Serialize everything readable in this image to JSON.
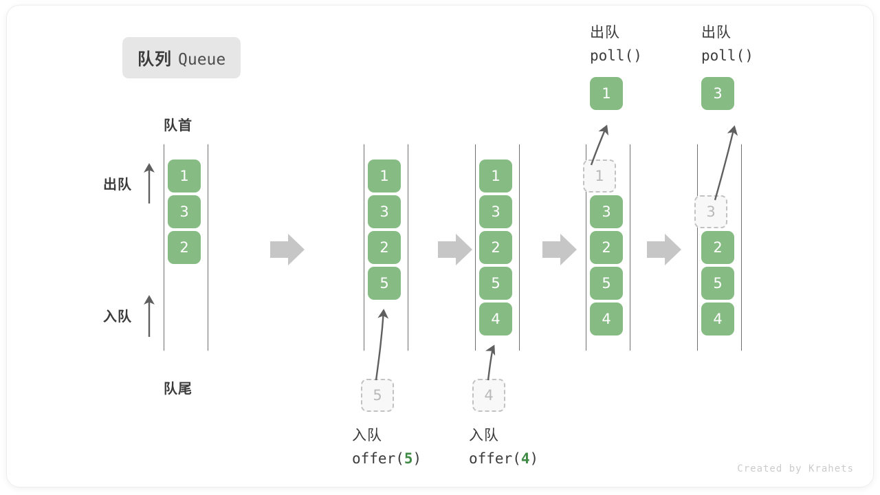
{
  "title": {
    "cn": "队列",
    "en": "Queue"
  },
  "legend": {
    "head_label": "队首",
    "tail_label": "队尾",
    "dequeue_label": "出队",
    "enqueue_label": "入队"
  },
  "colors": {
    "cell_fill": "#86bb84",
    "cell_text": "#ffffff",
    "ghost_fill": "#f8f8f8",
    "ghost_border": "#c2c2c2",
    "ghost_text": "#b9b9b9",
    "rail": "#6f6f6f",
    "arrow": "#5f5f5f",
    "step_arrow": "#c6c6c6",
    "chip_bg": "#e6e6e6",
    "text": "#3b3b3b",
    "accent_green": "#3f8a44",
    "credit": "#cbcbcb"
  },
  "stages": [
    {
      "id": "initial",
      "cells": [
        "1",
        "3",
        "2"
      ],
      "ghost_slot": null,
      "popped": null,
      "op_cn": null,
      "op_code": null
    },
    {
      "id": "offer-5",
      "cells": [
        "1",
        "3",
        "2",
        "5"
      ],
      "ghost_below": "5",
      "op_cn": "入队",
      "op_code_pre": "offer(",
      "op_code_arg": "5",
      "op_code_post": ")"
    },
    {
      "id": "offer-4",
      "cells": [
        "1",
        "3",
        "2",
        "5",
        "4"
      ],
      "ghost_below": "4",
      "op_cn": "入队",
      "op_code_pre": "offer(",
      "op_code_arg": "4",
      "op_code_post": ")"
    },
    {
      "id": "poll-1",
      "ghost_slot_index": 0,
      "ghost_value": "1",
      "cells": [
        "3",
        "2",
        "5",
        "4"
      ],
      "popped": "1",
      "op_cn": "出队",
      "op_code_pre": "poll(",
      "op_code_arg": "",
      "op_code_post": ")"
    },
    {
      "id": "poll-3",
      "ghost_slot_index": 1,
      "ghost_value": "3",
      "cells": [
        "2",
        "5",
        "4"
      ],
      "popped": "3",
      "op_cn": "出队",
      "op_code_pre": "poll(",
      "op_code_arg": "",
      "op_code_post": ")"
    }
  ],
  "credit": "Created by Krahets"
}
